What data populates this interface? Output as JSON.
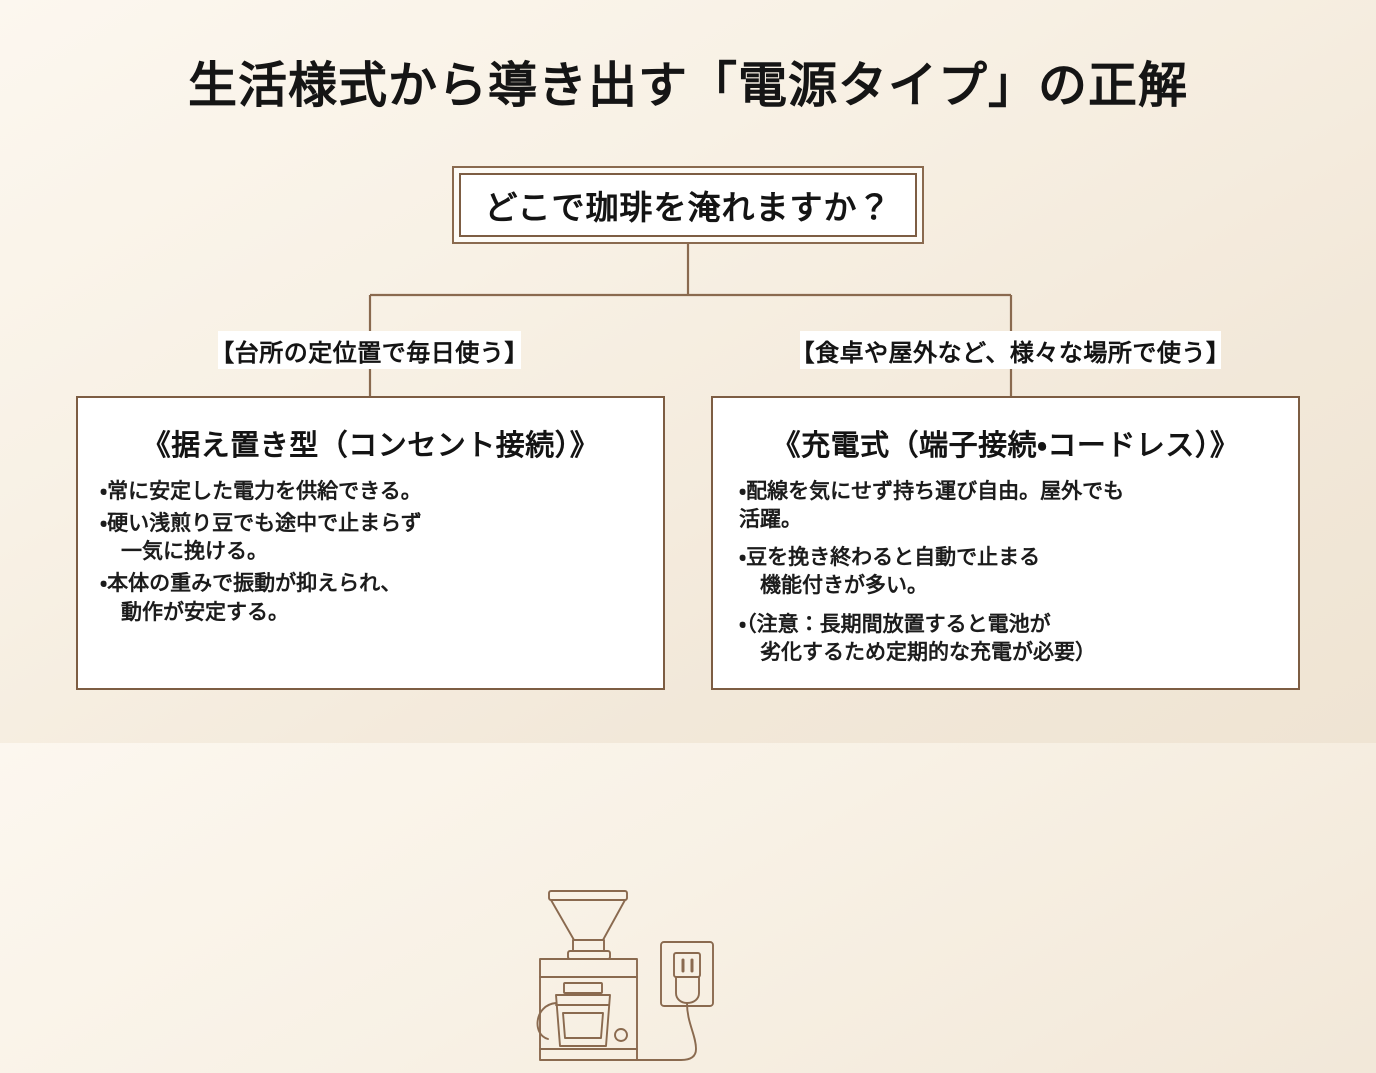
{
  "page": {
    "title": "生活様式から導き出す「電源タイプ」の正解",
    "background_top_color": "#fcf7ef",
    "background_bottom_color": "#efe4d3",
    "line_color": "#8a6a4f",
    "border_color": "#7d5d43",
    "text_color": "#141414"
  },
  "question": {
    "text": "どこで珈琲を淹れますか？"
  },
  "branches": [
    {
      "label": "【台所の定位置で毎日使う】",
      "side": "left"
    },
    {
      "label": "【食卓や屋外など、様々な場所で使う】",
      "side": "right"
    }
  ],
  "cards": [
    {
      "heading": "《据え置き型（コンセント接続）》",
      "bullets": [
        "・常に安定した電力を供給できる。",
        "・硬い浅煎り豆でも途中で止まらず\n　一気に挽ける。",
        "・本体の重みで振動が抑えられ、\n　動作が安定する。"
      ],
      "illustration": "drip-coffee-maker-with-plug-icon"
    },
    {
      "heading": "《充電式（端子接続・コードレス）》",
      "bullets": [
        "・配線を気にせず持ち運び自由。屋外でも活躍。",
        "・豆を挽き終わると自動で止まる\n　機能付きが多い。",
        "・（注意：長期間放置すると電池が\n　劣化するため定期的な充電が必要）"
      ],
      "illustration": "portable-grinder-and-mug-icon"
    }
  ]
}
